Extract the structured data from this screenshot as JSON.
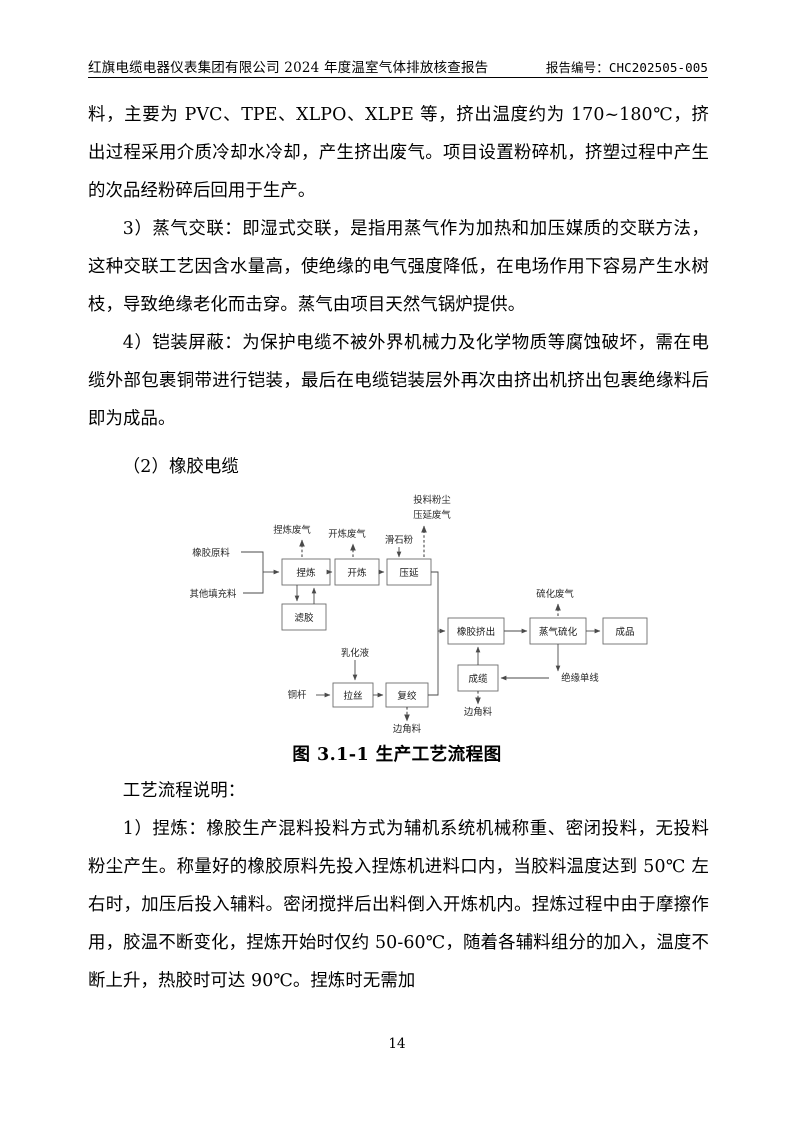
{
  "header": {
    "left": "红旗电缆电器仪表集团有限公司 2024 年度温室气体排放核查报告",
    "right": "报告编号：CHC202505-005"
  },
  "paragraphs": {
    "p1": "料，主要为 PVC、TPE、XLPO、XLPE 等，挤出温度约为 170~180℃，挤出过程采用介质冷却水冷却，产生挤出废气。项目设置粉碎机，挤塑过程中产生的次品经粉碎后回用于生产。",
    "p2": "3）蒸气交联：即湿式交联，是指用蒸气作为加热和加压媒质的交联方法，这种交联工艺因含水量高，使绝缘的电气强度降低，在电场作用下容易产生水树枝，导致绝缘老化而击穿。蒸气由项目天然气锅炉提供。",
    "p3": "4）铠装屏蔽：为保护电缆不被外界机械力及化学物质等腐蚀破坏，需在电缆外部包裹铜带进行铠装，最后在电缆铠装层外再次由挤出机挤出包裹绝缘料后即为成品。",
    "p4": "（2）橡胶电缆",
    "p5": "工艺流程说明：",
    "p6": "1）捏炼：橡胶生产混料投料方式为辅机系统机械称重、密闭投料，无投料粉尘产生。称量好的橡胶原料先投入捏炼机进料口内，当胶料温度达到 50℃ 左右时，加压后投入辅料。密闭搅拌后出料倒入开炼机内。捏炼过程中由于摩擦作用，胶温不断变化，捏炼开始时仅约 50-60℃，随着各辅料组分的加入，温度不断上升，热胶时可达 90℃。捏炼时无需加"
  },
  "figure": {
    "caption": "图 3.1-1  生产工艺流程图",
    "nodes": {
      "nielian": "捏炼",
      "kailian": "开炼",
      "yayan": "压延",
      "lvjiao": "滤胶",
      "lasi": "拉丝",
      "fujiao": "复绞",
      "xiangjiaojichu": "橡胶挤出",
      "zhengqiliuhua": "蒸气硫化",
      "chengpin": "成品",
      "chenglan": "成缆"
    },
    "labels": {
      "xiangjiaoyuanliao": "橡胶原料",
      "qitatianchongliao": "其他填充料",
      "nielianfeiqi": "捏炼废气",
      "kailianfeiqi": "开炼废气",
      "huashifen": "滑石粉",
      "touliaofenchen": "投料粉尘",
      "yayanfeiqi": "压延废气",
      "liuhuafeiqi": "硫化废气",
      "ruhuaye": "乳化液",
      "tonggan": "铜杆",
      "bianjiaoliao1": "边角料",
      "bianjiaoliao2": "边角料",
      "jueyuandanxian": "绝缘单线"
    }
  },
  "page_number": "14"
}
